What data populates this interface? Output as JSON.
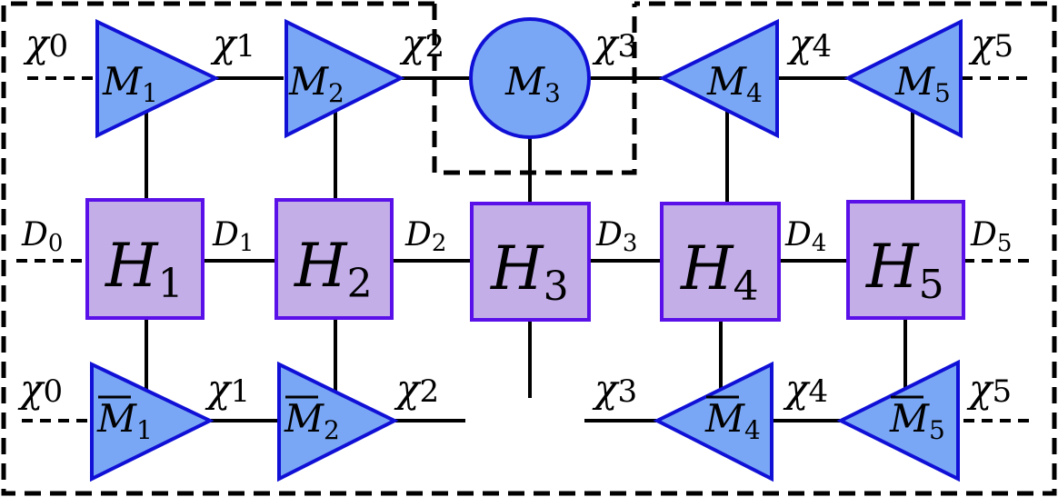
{
  "colors": {
    "mps_fill": "#7aa7f5",
    "mps_stroke": "#1010d6",
    "mpo_fill": "#c3aee8",
    "mpo_stroke": "#5a10e8",
    "line": "#000000"
  },
  "tensors": {
    "top": [
      {
        "letter": "M",
        "sub": "1",
        "shape": "triangle-right",
        "icon": "triangle-right-icon"
      },
      {
        "letter": "M",
        "sub": "2",
        "shape": "triangle-right",
        "icon": "triangle-right-icon"
      },
      {
        "letter": "M",
        "sub": "3",
        "shape": "circle",
        "icon": "circle-icon"
      },
      {
        "letter": "M",
        "sub": "4",
        "shape": "triangle-left",
        "icon": "triangle-left-icon"
      },
      {
        "letter": "M",
        "sub": "5",
        "shape": "triangle-left",
        "icon": "triangle-left-icon"
      }
    ],
    "middle": [
      {
        "letter": "H",
        "sub": "1"
      },
      {
        "letter": "H",
        "sub": "2"
      },
      {
        "letter": "H",
        "sub": "3"
      },
      {
        "letter": "H",
        "sub": "4"
      },
      {
        "letter": "H",
        "sub": "5"
      }
    ],
    "bottom": [
      {
        "letter": "M",
        "sub": "1",
        "bar": true
      },
      {
        "letter": "M",
        "sub": "2",
        "bar": true
      },
      {
        "letter": "M",
        "sub": "4",
        "bar": true
      },
      {
        "letter": "M",
        "sub": "5",
        "bar": true
      }
    ]
  },
  "bond_labels": {
    "top": [
      {
        "letter": "χ",
        "sub": "0"
      },
      {
        "letter": "χ",
        "sub": "1"
      },
      {
        "letter": "χ",
        "sub": "2"
      },
      {
        "letter": "χ",
        "sub": "3"
      },
      {
        "letter": "χ",
        "sub": "4"
      },
      {
        "letter": "χ",
        "sub": "5"
      }
    ],
    "middle": [
      {
        "letter": "D",
        "sub": "0"
      },
      {
        "letter": "D",
        "sub": "1"
      },
      {
        "letter": "D",
        "sub": "2"
      },
      {
        "letter": "D",
        "sub": "3"
      },
      {
        "letter": "D",
        "sub": "4"
      },
      {
        "letter": "D",
        "sub": "5"
      }
    ],
    "bottom": [
      {
        "letter": "χ",
        "sub": "0"
      },
      {
        "letter": "χ",
        "sub": "1"
      },
      {
        "letter": "χ",
        "sub": "2"
      },
      {
        "letter": "χ",
        "sub": "3"
      },
      {
        "letter": "χ",
        "sub": "4"
      },
      {
        "letter": "χ",
        "sub": "5"
      }
    ]
  }
}
